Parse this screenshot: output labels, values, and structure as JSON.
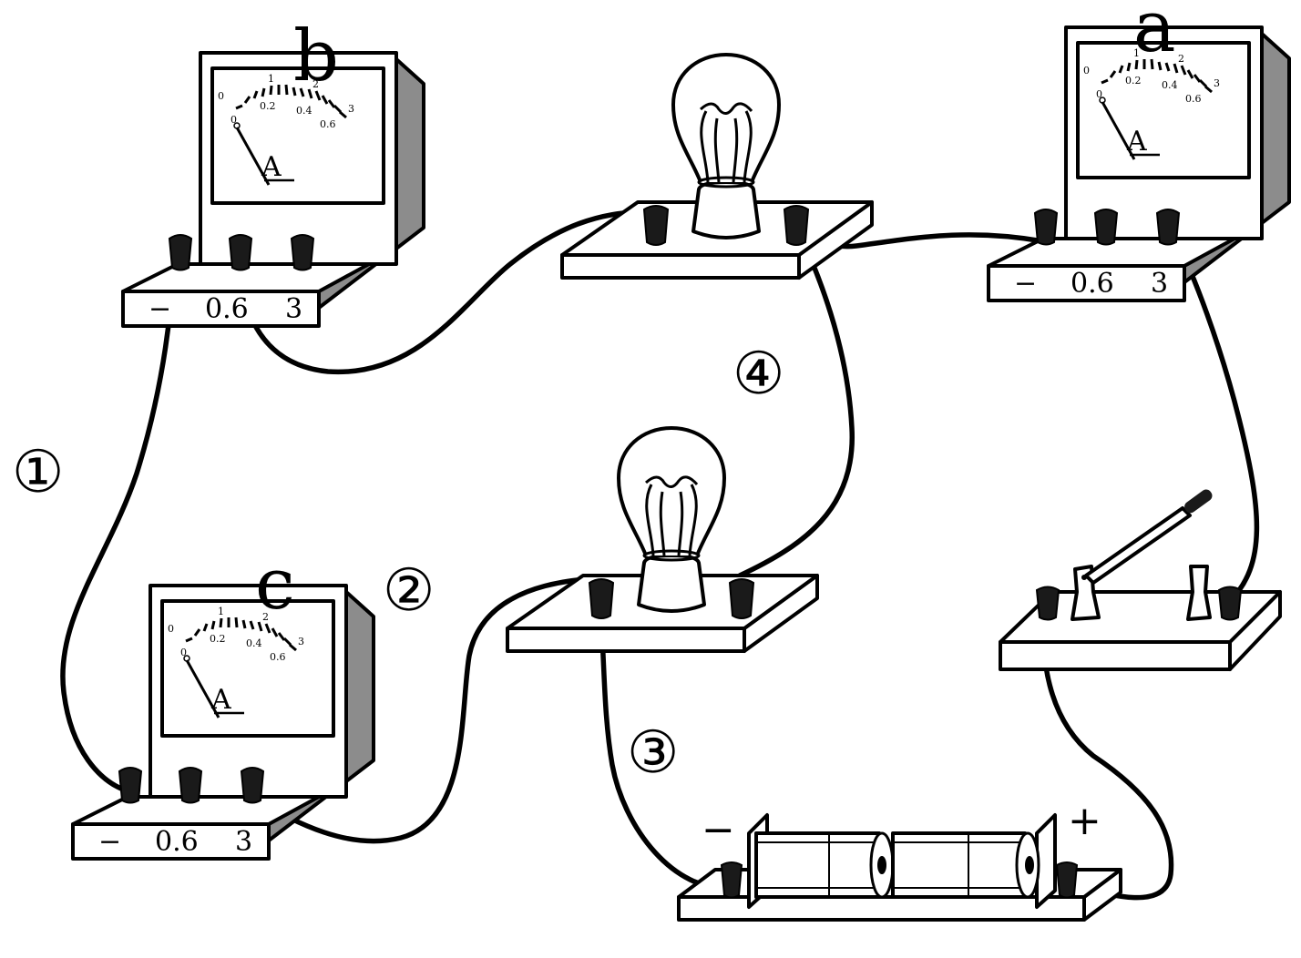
{
  "meters": [
    {
      "id": "b",
      "label": "b",
      "unit": "A",
      "terminals": [
        "−",
        "0.6",
        "3"
      ],
      "scale_outer": [
        "0",
        "1",
        "2",
        "3"
      ],
      "scale_inner": [
        "0",
        "0.2",
        "0.4",
        "0.6"
      ]
    },
    {
      "id": "a",
      "label": "a",
      "unit": "A",
      "terminals": [
        "−",
        "0.6",
        "3"
      ],
      "scale_outer": [
        "0",
        "1",
        "2",
        "3"
      ],
      "scale_inner": [
        "0",
        "0.2",
        "0.4",
        "0.6"
      ]
    },
    {
      "id": "c",
      "label": "c",
      "unit": "A",
      "terminals": [
        "−",
        "0.6",
        "3"
      ],
      "scale_outer": [
        "0",
        "1",
        "2",
        "3"
      ],
      "scale_inner": [
        "0",
        "0.2",
        "0.4",
        "0.6"
      ]
    }
  ],
  "wire_labels": [
    "①",
    "②",
    "③",
    "④"
  ],
  "battery": {
    "negative": "−",
    "positive": "+"
  },
  "colors": {
    "ink": "#000000",
    "paper": "#ffffff",
    "shade": "#8c8c8c"
  }
}
